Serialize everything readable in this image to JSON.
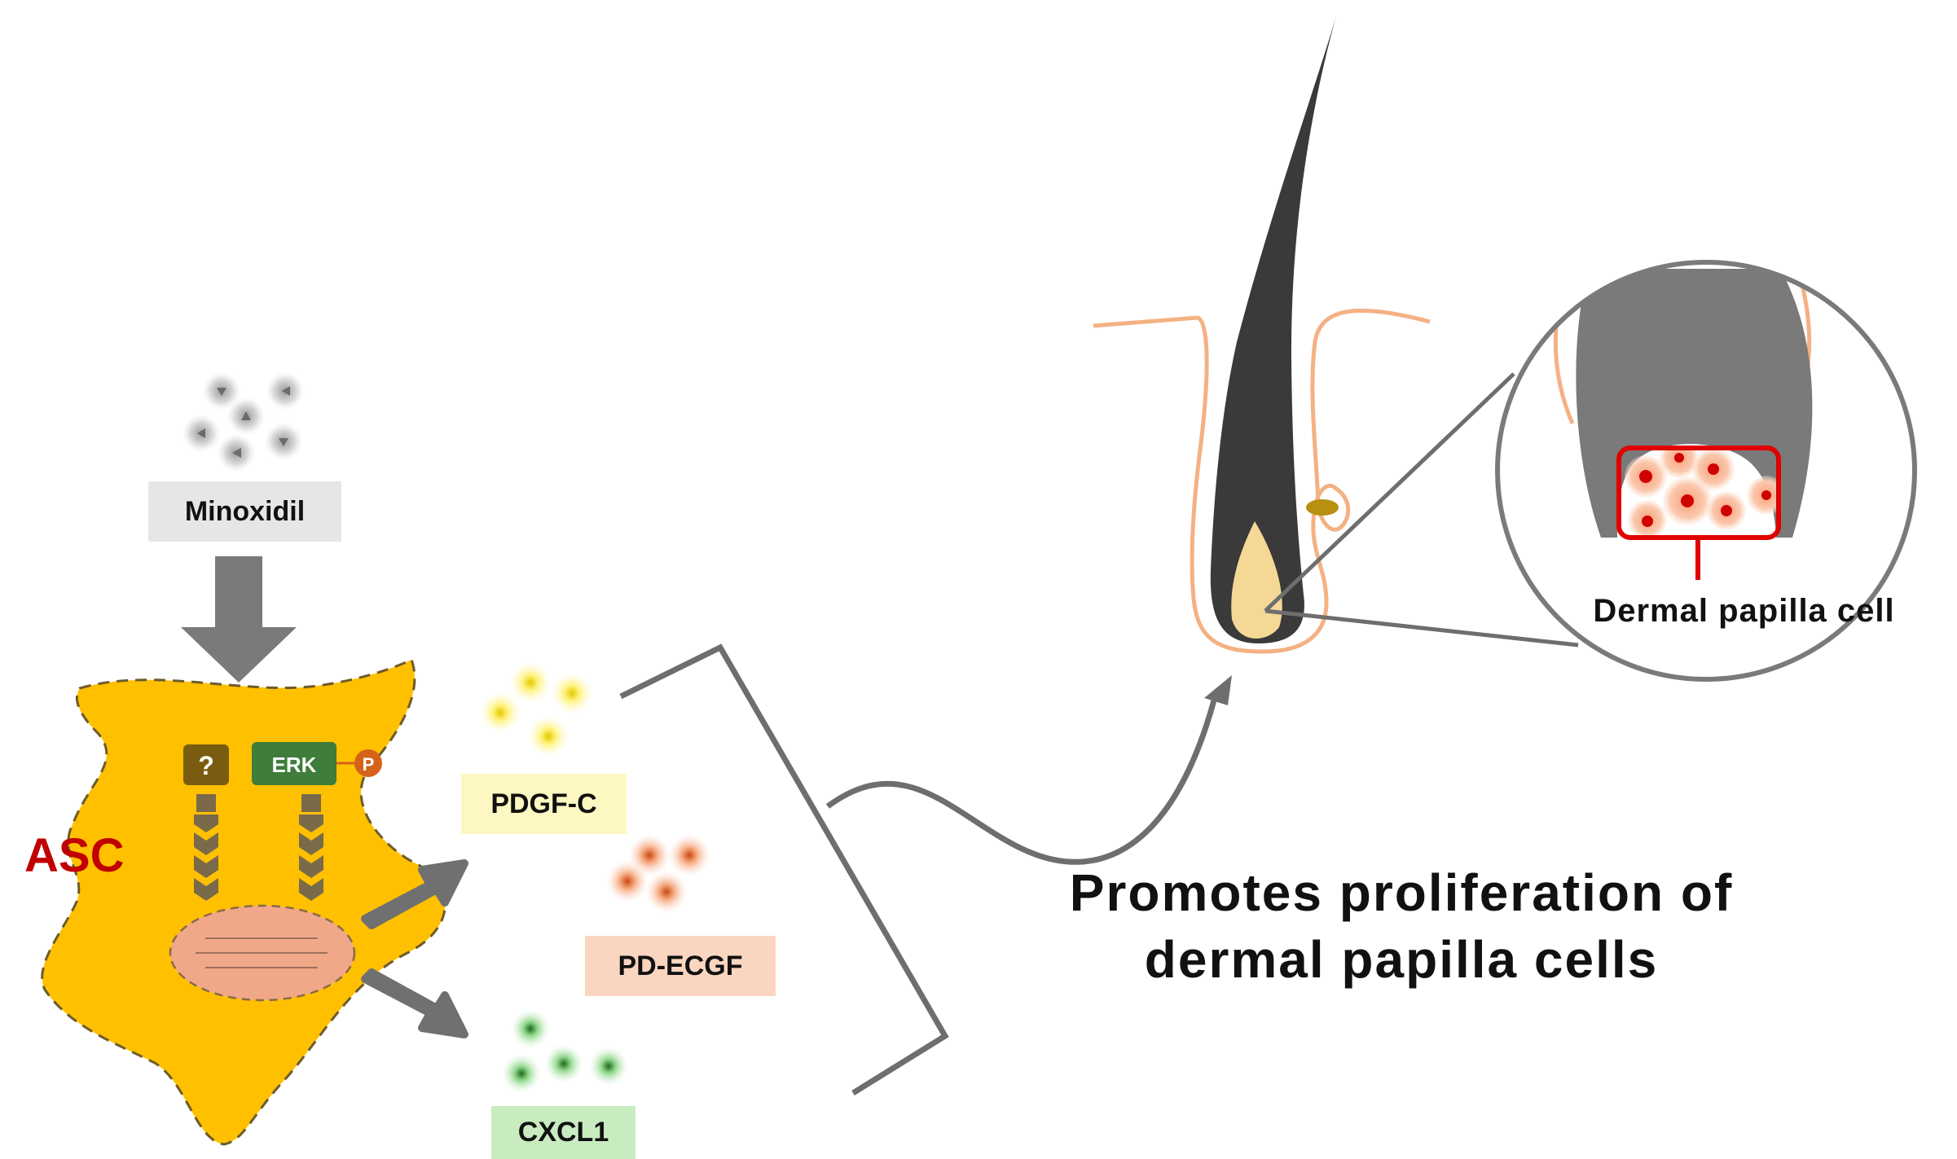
{
  "colors": {
    "cell_fill": "#ffc000",
    "nucleus": "#f0a889",
    "asc_text": "#c00000",
    "erk_box": "#3e7d3a",
    "unknown_box": "#7a5c10",
    "phospho": "#d56218",
    "arrow_gray": "#7a7a7a",
    "hair_dark": "#3a3a3a",
    "follicle_outline": "#f4b183",
    "papilla_red": "#e00000"
  },
  "labels": {
    "minoxidil": "Minoxidil",
    "asc": "ASC",
    "unknown": "?",
    "erk": "ERK",
    "phospho": "P",
    "pdgf_c": "PDGF-C",
    "pd_ecgf": "PD-ECGF",
    "cxcl1": "CXCL1",
    "dermal_papilla_cell": "Dermal papilla cell",
    "promotes_line1": "Promotes proliferation of",
    "promotes_line2": "dermal papilla cells"
  },
  "icons": [
    "minoxidil-molecules",
    "down-arrow-icon",
    "chevron-signal-icon",
    "secretion-arrow-icon",
    "hair-follicle",
    "magnifier-circle",
    "bracket-connector"
  ]
}
